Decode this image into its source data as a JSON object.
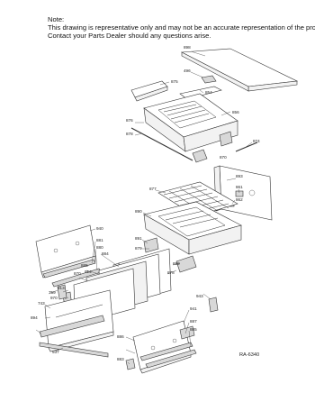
{
  "note": {
    "heading": "Note:",
    "line1": "This drawing is representative only and may not be an accurate representation of the product.",
    "line2": "Contact your Parts Dealer should any questions arise."
  },
  "reference_code": "RA-6340",
  "part_labels": [
    "898",
    "496",
    "875",
    "854",
    "856",
    "876",
    "878",
    "874",
    "870",
    "893",
    "861",
    "877",
    "862",
    "890",
    "940",
    "881",
    "880",
    "884",
    "891",
    "879",
    "885",
    "870",
    "914",
    "889",
    "913",
    "759",
    "878",
    "743",
    "970",
    "941",
    "894",
    "937",
    "887",
    "885",
    "886",
    "943",
    "883"
  ]
}
